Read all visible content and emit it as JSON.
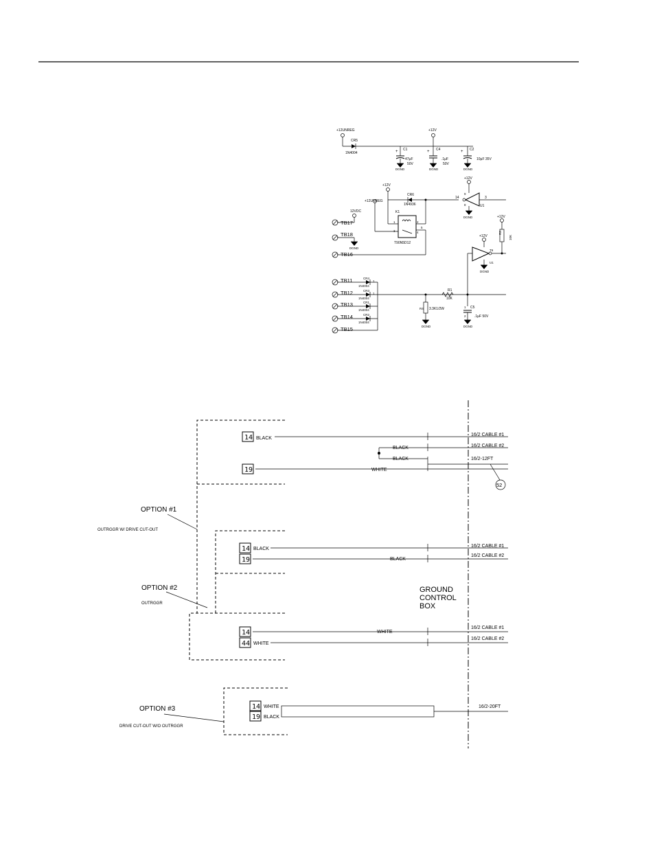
{
  "schematic": {
    "supply": {
      "unregulated": "+12UNREG",
      "regulated": "+12V",
      "ground": "DGND",
      "cr5": "CR5",
      "cr5_part": "1N4004",
      "c1": "C1",
      "c1_value": "47µF",
      "c1_volt": "50V",
      "c4": "C4",
      "c4_value": ".1µF",
      "c4_volt": "50V",
      "c2": "C2",
      "c2_value": "10µF 35V"
    },
    "relay": {
      "cr6": "CR6",
      "cr6_part": "1N4936",
      "k1": "K1",
      "k1_part": "T90N5D12",
      "u1": "U1",
      "u1_pin_in": "14",
      "u1_pin_out": "3",
      "pin_9": "9",
      "pin_8": "8",
      "pin_1": "1",
      "pin_2": "2",
      "pin_3": "3",
      "pin_4": "4",
      "pin_5": "5",
      "vdc": "12VDC"
    },
    "terminals": [
      "TB17",
      "TB18",
      "TB16",
      "TB11",
      "TB12",
      "TB13",
      "TB14",
      "TB15"
    ],
    "diodes": [
      {
        "ref": "CR4",
        "part": "1N4004"
      },
      {
        "ref": "CR3",
        "part": "1N4004"
      },
      {
        "ref": "CR1",
        "part": "1N4004"
      },
      {
        "ref": "CR2",
        "part": "1N4004"
      }
    ],
    "r1": "R1",
    "r1_value": "10K",
    "r3": "R3",
    "r3_value": "10K",
    "r4": "R4",
    "r4_value": "3.3K1/2W",
    "c5": "C5",
    "c5_value": ".1µF 50V",
    "pin_1": "1",
    "pin_2": "2",
    "u1b": "U1",
    "u1b_pin": "T6"
  },
  "wiring": {
    "option1": {
      "title": "OPTION #1",
      "desc": "OUTRGGR W/ DRIVE CUT-OUT"
    },
    "option2": {
      "title": "OPTION #2",
      "desc": "OUTRGGR"
    },
    "option3": {
      "title": "OPTION #3",
      "desc": "DRIVE CUT-OUT W/O OUTRGGR"
    },
    "ground_box": [
      "GROUND",
      "CONTROL",
      "BOX"
    ],
    "ref_callout": "52",
    "wires": {
      "black": "BLACK",
      "white": "WHITE"
    },
    "cables": {
      "cable1": "16/2 CABLE #1",
      "cable2": "16/2 CABLE #2",
      "twelve": "16/2-12FT",
      "twenty": "16/2-20FT"
    },
    "pins": {
      "p14": "14",
      "p19": "19",
      "p44": "44"
    }
  }
}
